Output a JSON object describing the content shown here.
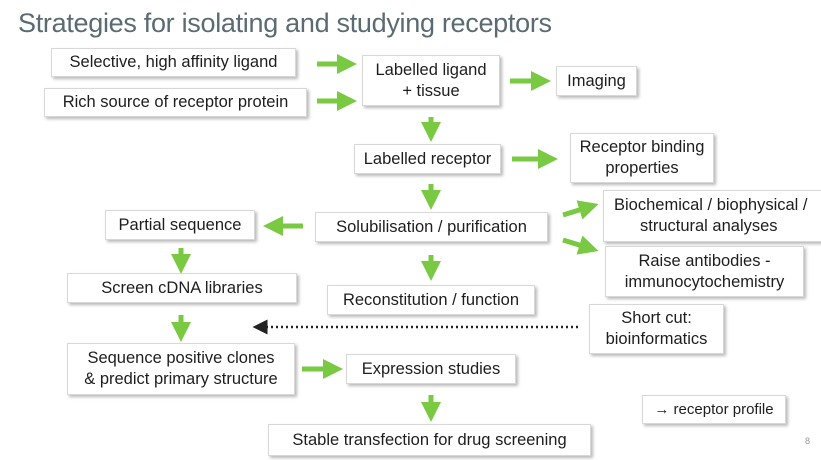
{
  "title": "Strategies for isolating and studying receptors",
  "boxes": {
    "ligand": "Selective, high affinity ligand",
    "source": "Rich source of receptor protein",
    "labelled_ligand": [
      "Labelled ligand",
      "+ tissue"
    ],
    "imaging": "Imaging",
    "labelled_receptor": "Labelled receptor",
    "binding": [
      "Receptor binding",
      "properties"
    ],
    "partial": "Partial sequence",
    "solubilisation": "Solubilisation / purification",
    "biochemical": [
      "Biochemical / biophysical /",
      "structural analyses"
    ],
    "antibodies": [
      "Raise antibodies -",
      "immunocytochemistry"
    ],
    "screen": "Screen cDNA libraries",
    "reconstitution": "Reconstitution / function",
    "shortcut": [
      "Short cut:",
      "bioinformatics"
    ],
    "sequence": [
      "Sequence positive clones",
      "& predict primary structure"
    ],
    "expression": "Expression studies",
    "profile": "→ receptor profile",
    "stable": "Stable transfection for drug screening"
  },
  "page_number": "8",
  "colors": {
    "arrow": "#7ac943",
    "title": "#5b6b72",
    "dotted_arrow": "#222222"
  }
}
